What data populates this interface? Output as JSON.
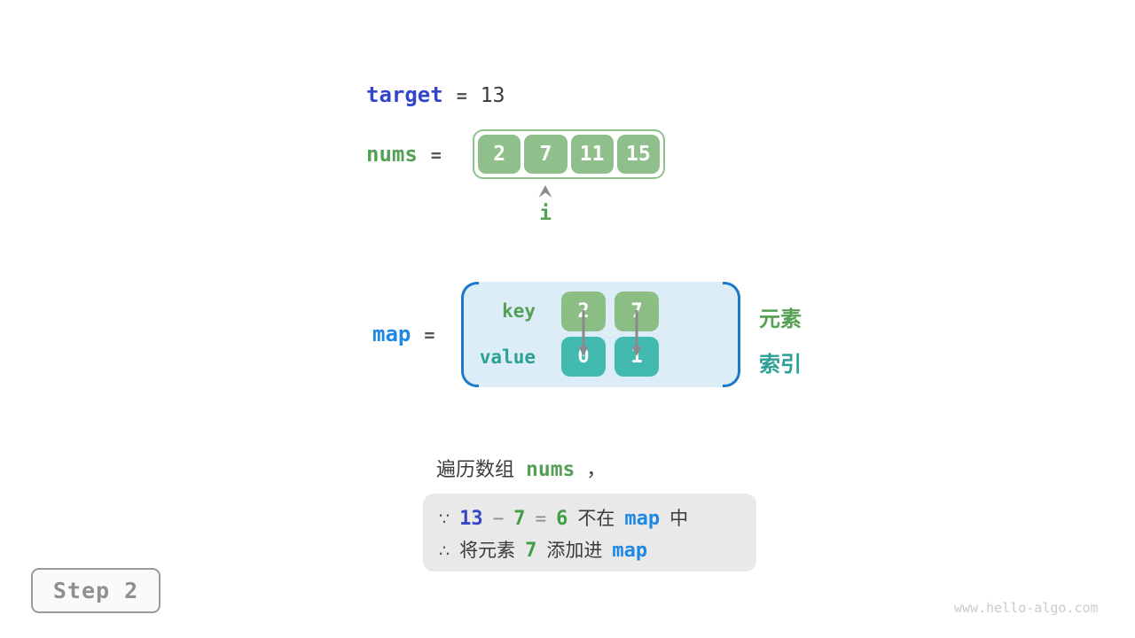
{
  "colors": {
    "indigo_blue": "#3345c8",
    "azure_blue": "#1e88e5",
    "green_text": "#55a055",
    "teal_text": "#2ba195",
    "array_green": "#8fc08c",
    "key_green": "#8cbd84",
    "value_teal": "#43bab0",
    "map_bg": "#dcedf8",
    "map_bracket": "#1b79c9",
    "conclusion_bg": "#e9e9e9"
  },
  "target_row": {
    "label": "target",
    "equals": "=",
    "value": "13"
  },
  "nums_row": {
    "label": "nums",
    "equals": "=",
    "values": [
      "2",
      "7",
      "11",
      "15"
    ],
    "pointer_label": "i"
  },
  "map_row": {
    "label": "map",
    "equals": "=",
    "key_label": "key",
    "value_label": "value",
    "keys": [
      "2",
      "7"
    ],
    "values": [
      "0",
      "1"
    ],
    "element_label": "元素",
    "index_label": "索引"
  },
  "caption": {
    "prefix": "遍历数组",
    "code": "nums",
    "comma": "，"
  },
  "conclusion": {
    "line1": {
      "because": "∵",
      "minuend": "13",
      "minus": "−",
      "subtrahend": "7",
      "equals": "=",
      "difference": "6",
      "not_in": "不在",
      "map": "map",
      "suffix": "中"
    },
    "line2": {
      "therefore": "∴",
      "prefix": "将元素",
      "element": "7",
      "suffix": "添加进",
      "map": "map"
    }
  },
  "footer": {
    "step_label": "Step 2",
    "watermark": "www.hello-algo.com"
  }
}
